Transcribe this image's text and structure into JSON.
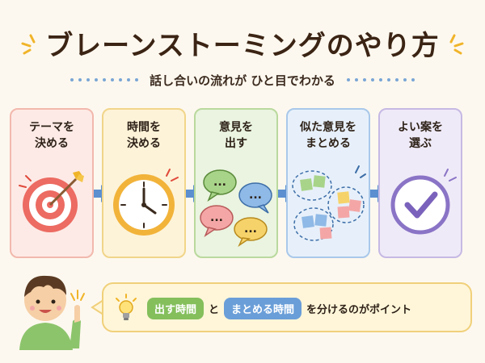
{
  "title": "ブレーンストーミングのやり方",
  "subtitle": "話し合いの流れが ひと目でわかる",
  "steps": [
    {
      "line1": "テーマを",
      "line2": "決める",
      "icon": "target-icon"
    },
    {
      "line1": "時間を",
      "line2": "決める",
      "icon": "clock-icon"
    },
    {
      "line1": "意見を",
      "line2": "出す",
      "icon": "speech-bubbles-icon"
    },
    {
      "line1": "似た意見を",
      "line2": "まとめる",
      "icon": "grouped-notes-icon"
    },
    {
      "line1": "よい案を",
      "line2": "選ぶ",
      "icon": "check-circle-icon"
    }
  ],
  "speech_bubble_text": "...",
  "tip": {
    "pill1": "出す時間",
    "joiner": "と",
    "pill2": "まとめる時間",
    "tail": "を分けるのがポイント"
  },
  "colors": {
    "step1": "#fdeae6",
    "step2": "#fdf3d8",
    "step3": "#eaf4e0",
    "step4": "#e7f0fa",
    "step5": "#efeaf8",
    "arrow": "#5b8fd0",
    "pill_green": "#84bf5c",
    "pill_blue": "#6a9ed8"
  }
}
